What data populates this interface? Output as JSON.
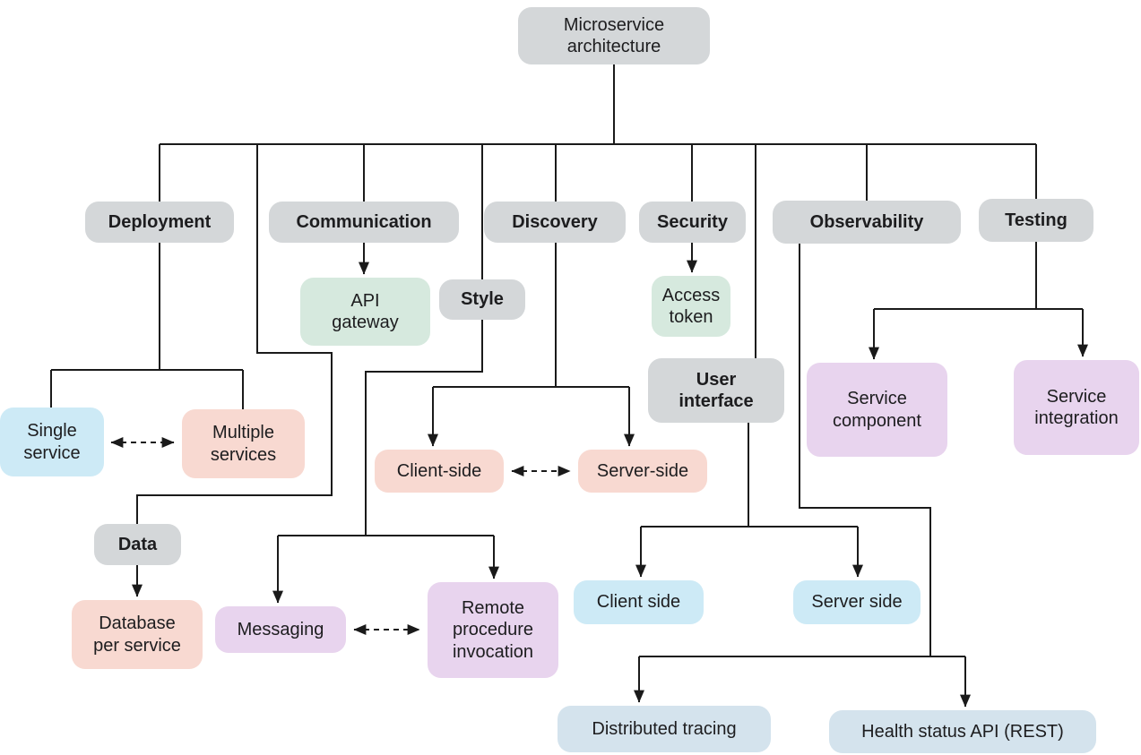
{
  "diagram": {
    "title": "Microservice architecture",
    "colors": {
      "gray": "#d4d7d9",
      "mint": "#d6e9de",
      "cyan": "#cdeaf6",
      "salmon": "#f8d9d1",
      "lavender": "#e8d4ee",
      "steel": "#d4e3ed",
      "line": "#1a1a1a",
      "text": "#1d1d1f",
      "background": "#ffffff"
    },
    "nodes": {
      "root": {
        "label": "Microservice\narchitecture",
        "color": "gray"
      },
      "deployment": {
        "label": "Deployment",
        "color": "gray"
      },
      "communication": {
        "label": "Communication",
        "color": "gray"
      },
      "discovery": {
        "label": "Discovery",
        "color": "gray"
      },
      "security": {
        "label": "Security",
        "color": "gray"
      },
      "observability": {
        "label": "Observability",
        "color": "gray"
      },
      "testing": {
        "label": "Testing",
        "color": "gray"
      },
      "api_gateway": {
        "label": "API\ngateway",
        "color": "mint"
      },
      "style": {
        "label": "Style",
        "color": "gray"
      },
      "access_token": {
        "label": "Access\ntoken",
        "color": "mint"
      },
      "user_interface": {
        "label": "User\ninterface",
        "color": "gray"
      },
      "service_component": {
        "label": "Service\ncomponent",
        "color": "lavender"
      },
      "service_integration": {
        "label": "Service\nintegration",
        "color": "lavender"
      },
      "single_service": {
        "label": "Single\nservice",
        "color": "cyan"
      },
      "multiple_services": {
        "label": "Multiple\nservices",
        "color": "salmon"
      },
      "client_side_style": {
        "label": "Client-side",
        "color": "salmon"
      },
      "server_side_style": {
        "label": "Server-side",
        "color": "salmon"
      },
      "data": {
        "label": "Data",
        "color": "gray"
      },
      "database_per_service": {
        "label": "Database\nper service",
        "color": "salmon"
      },
      "messaging": {
        "label": "Messaging",
        "color": "lavender"
      },
      "remote_procedure_invocation": {
        "label": "Remote\nprocedure\ninvocation",
        "color": "lavender"
      },
      "client_side_ui": {
        "label": "Client side",
        "color": "cyan"
      },
      "server_side_ui": {
        "label": "Server side",
        "color": "cyan"
      },
      "distributed_tracing": {
        "label": "Distributed tracing",
        "color": "steel"
      },
      "health_status_api": {
        "label": "Health status API (REST)",
        "color": "steel"
      }
    },
    "relations": [
      {
        "from": "root",
        "to": "deployment",
        "style": "line"
      },
      {
        "from": "root",
        "to": "data",
        "style": "line"
      },
      {
        "from": "root",
        "to": "communication",
        "style": "line"
      },
      {
        "from": "root",
        "to": "style",
        "style": "line"
      },
      {
        "from": "root",
        "to": "discovery",
        "style": "line"
      },
      {
        "from": "root",
        "to": "security",
        "style": "line"
      },
      {
        "from": "root",
        "to": "user_interface",
        "style": "line"
      },
      {
        "from": "root",
        "to": "observability",
        "style": "line"
      },
      {
        "from": "root",
        "to": "testing",
        "style": "line"
      },
      {
        "from": "deployment",
        "to": "single_service",
        "style": "line"
      },
      {
        "from": "deployment",
        "to": "multiple_services",
        "style": "line"
      },
      {
        "from": "communication",
        "to": "api_gateway",
        "style": "arrow"
      },
      {
        "from": "security",
        "to": "access_token",
        "style": "arrow"
      },
      {
        "from": "style",
        "to": "messaging",
        "style": "arrow"
      },
      {
        "from": "style",
        "to": "remote_procedure_invocation",
        "style": "arrow"
      },
      {
        "from": "discovery",
        "to": "client_side_style",
        "style": "arrow"
      },
      {
        "from": "discovery",
        "to": "server_side_style",
        "style": "arrow"
      },
      {
        "from": "user_interface",
        "to": "client_side_ui",
        "style": "arrow"
      },
      {
        "from": "user_interface",
        "to": "server_side_ui",
        "style": "arrow"
      },
      {
        "from": "observability",
        "to": "distributed_tracing",
        "style": "arrow"
      },
      {
        "from": "observability",
        "to": "health_status_api",
        "style": "arrow"
      },
      {
        "from": "testing",
        "to": "service_component",
        "style": "arrow"
      },
      {
        "from": "testing",
        "to": "service_integration",
        "style": "arrow"
      },
      {
        "from": "data",
        "to": "database_per_service",
        "style": "arrow"
      },
      {
        "from": "single_service",
        "to": "multiple_services",
        "style": "dashed-double-arrow"
      },
      {
        "from": "client_side_style",
        "to": "server_side_style",
        "style": "dashed-double-arrow"
      },
      {
        "from": "messaging",
        "to": "remote_procedure_invocation",
        "style": "dashed-double-arrow"
      }
    ]
  }
}
